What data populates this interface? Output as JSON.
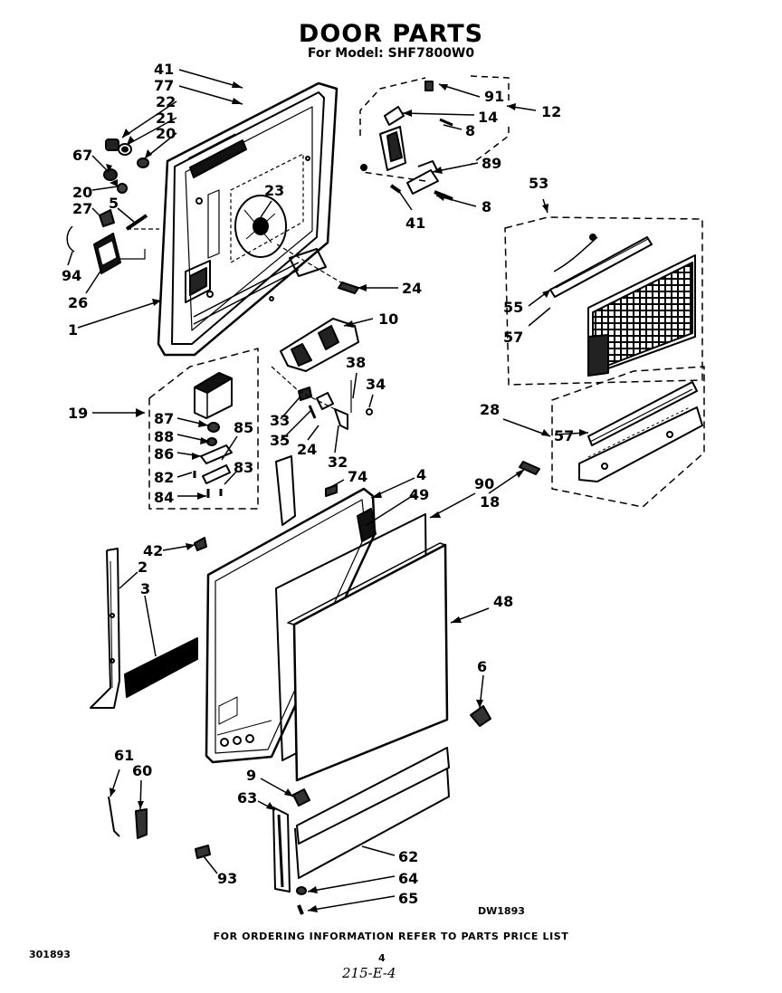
{
  "title": "DOOR PARTS",
  "subtitle": "For Model: SHF7800W0",
  "footer": "FOR ORDERING INFORMATION REFER TO PARTS PRICE LIST",
  "drawing_code": "DW1893",
  "doc_number": "301893",
  "page_number": "4",
  "handwritten_note": "215-E-4",
  "callouts": {
    "p41a": "41",
    "p77": "77",
    "p22": "22",
    "p21": "21",
    "p20a": "20",
    "p67": "67",
    "p20b": "20",
    "p27": "27",
    "p5": "5",
    "p94": "94",
    "p26": "26",
    "p1": "1",
    "p23": "23",
    "p24a": "24",
    "p10": "10",
    "p91": "91",
    "p12": "12",
    "p14": "14",
    "p8a": "8",
    "p89": "89",
    "p8b": "8",
    "p41b": "41",
    "p53": "53",
    "p55": "55",
    "p57a": "57",
    "p19": "19",
    "p87": "87",
    "p88": "88",
    "p86": "86",
    "p82": "82",
    "p84": "84",
    "p85": "85",
    "p83": "83",
    "p38": "38",
    "p34": "34",
    "p33": "33",
    "p35": "35",
    "p24b": "24",
    "p32": "32",
    "p74": "74",
    "p4": "4",
    "p49": "49",
    "p90": "90",
    "p18": "18",
    "p28": "28",
    "p57b": "57",
    "p42": "42",
    "p2": "2",
    "p3": "3",
    "p48": "48",
    "p6": "6",
    "p61": "61",
    "p60": "60",
    "p9": "9",
    "p63": "63",
    "p62": "62",
    "p64": "64",
    "p65": "65",
    "p93": "93"
  }
}
